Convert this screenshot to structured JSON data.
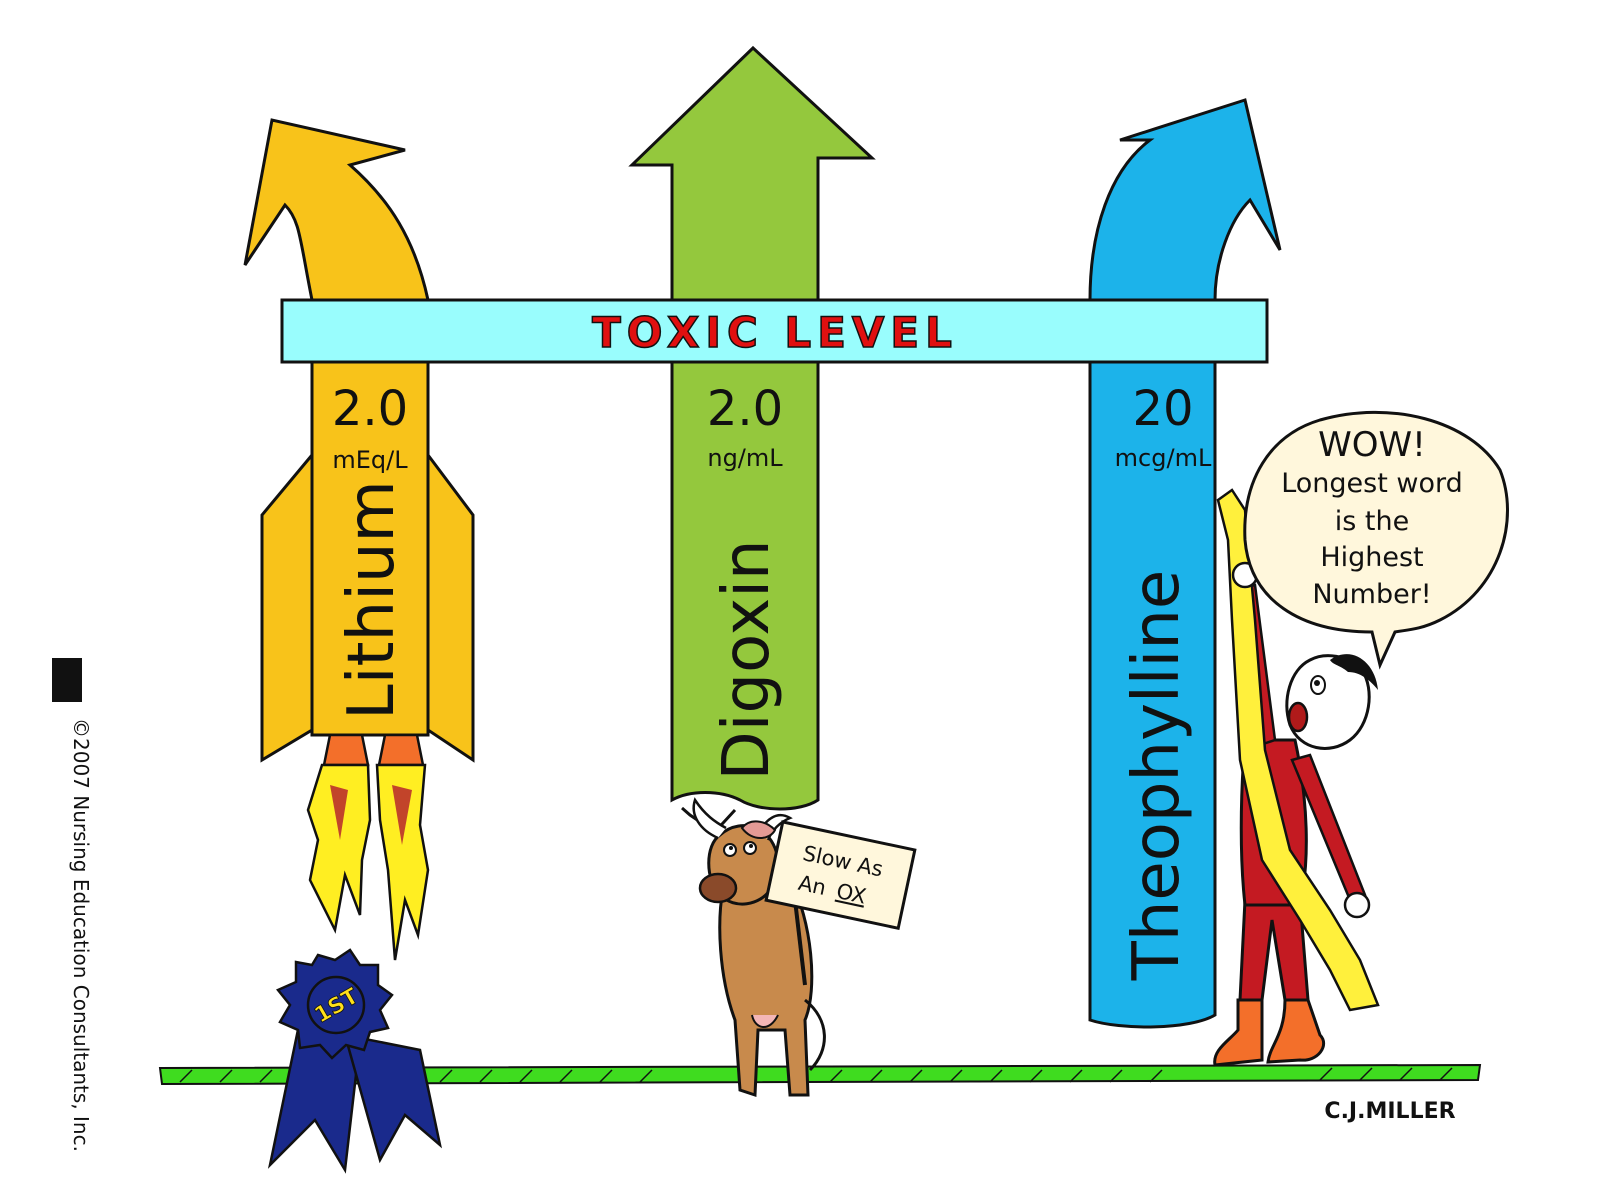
{
  "banner": {
    "text": "TOXIC LEVEL"
  },
  "drugs": [
    {
      "name": "Lithium",
      "value": "2.0",
      "unit": "mEq/L",
      "color": "#f8c31a"
    },
    {
      "name": "Digoxin",
      "value": "2.0",
      "unit": "ng/mL",
      "color": "#94c83d"
    },
    {
      "name": "Theophylline",
      "value": "20",
      "unit": "mcg/mL",
      "color": "#1cb3ea"
    }
  ],
  "speech_bubble": {
    "lines": [
      "WOW!",
      "Longest word",
      "is the",
      "Highest",
      "Number!"
    ]
  },
  "sign": {
    "line1": "Slow As",
    "line2_prefix": "An",
    "line2_emph": "OX"
  },
  "ribbon": {
    "text": "1ST"
  },
  "signature": "C.J.MILLER",
  "copyright": "©2007 Nursing Education Consultants, Inc.",
  "colors": {
    "banner": "#99fdfd",
    "ground": "#3fdc1f",
    "ribbon": "#1a2a8c",
    "flame": "#ffee22"
  }
}
